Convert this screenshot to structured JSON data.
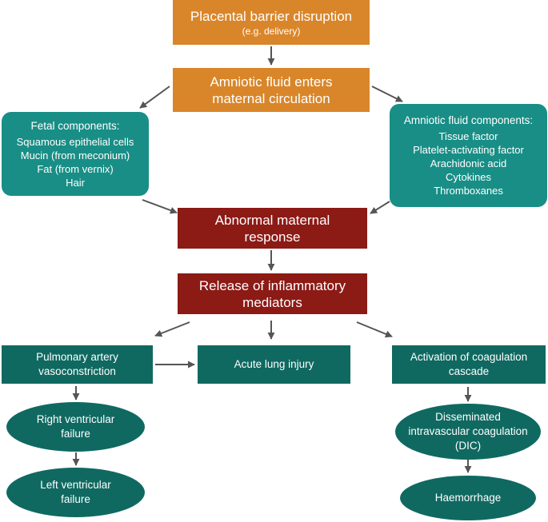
{
  "nodes": {
    "placental": {
      "line1": "Placental barrier disruption",
      "line2": "(e.g. delivery)"
    },
    "amniotic_enters": {
      "line1": "Amniotic fluid enters",
      "line2": "maternal circulation"
    },
    "fetal": {
      "header": "Fetal components:",
      "items": [
        "Squamous epithelial cells",
        "Mucin (from meconium)",
        "Fat (from vernix)",
        "Hair"
      ]
    },
    "amniotic_components": {
      "header": "Amniotic fluid components:",
      "items": [
        "Tissue factor",
        "Platelet-activating factor",
        "Arachidonic acid",
        "Cytokines",
        "Thromboxanes"
      ]
    },
    "abnormal": {
      "line1": "Abnormal maternal",
      "line2": "response"
    },
    "release": {
      "line1": "Release of inflammatory",
      "line2": "mediators"
    },
    "pulmonary": {
      "line1": "Pulmonary artery",
      "line2": "vasoconstriction"
    },
    "lung": {
      "line1": "Acute lung injury"
    },
    "coag": {
      "line1": "Activation of coagulation",
      "line2": "cascade"
    },
    "rvf": {
      "line1": "Right ventricular",
      "line2": "failure"
    },
    "lvf": {
      "line1": "Left ventricular",
      "line2": "failure"
    },
    "dic": {
      "line1": "Disseminated",
      "line2": "intravascular coagulation",
      "line3": "(DIC)"
    },
    "haem": {
      "line1": "Haemorrhage"
    }
  },
  "colors": {
    "orange": "#d9862a",
    "dark_red": "#8c1a15",
    "dark_teal": "#0f6961",
    "light_teal": "#188e86",
    "arrow": "#555555"
  }
}
